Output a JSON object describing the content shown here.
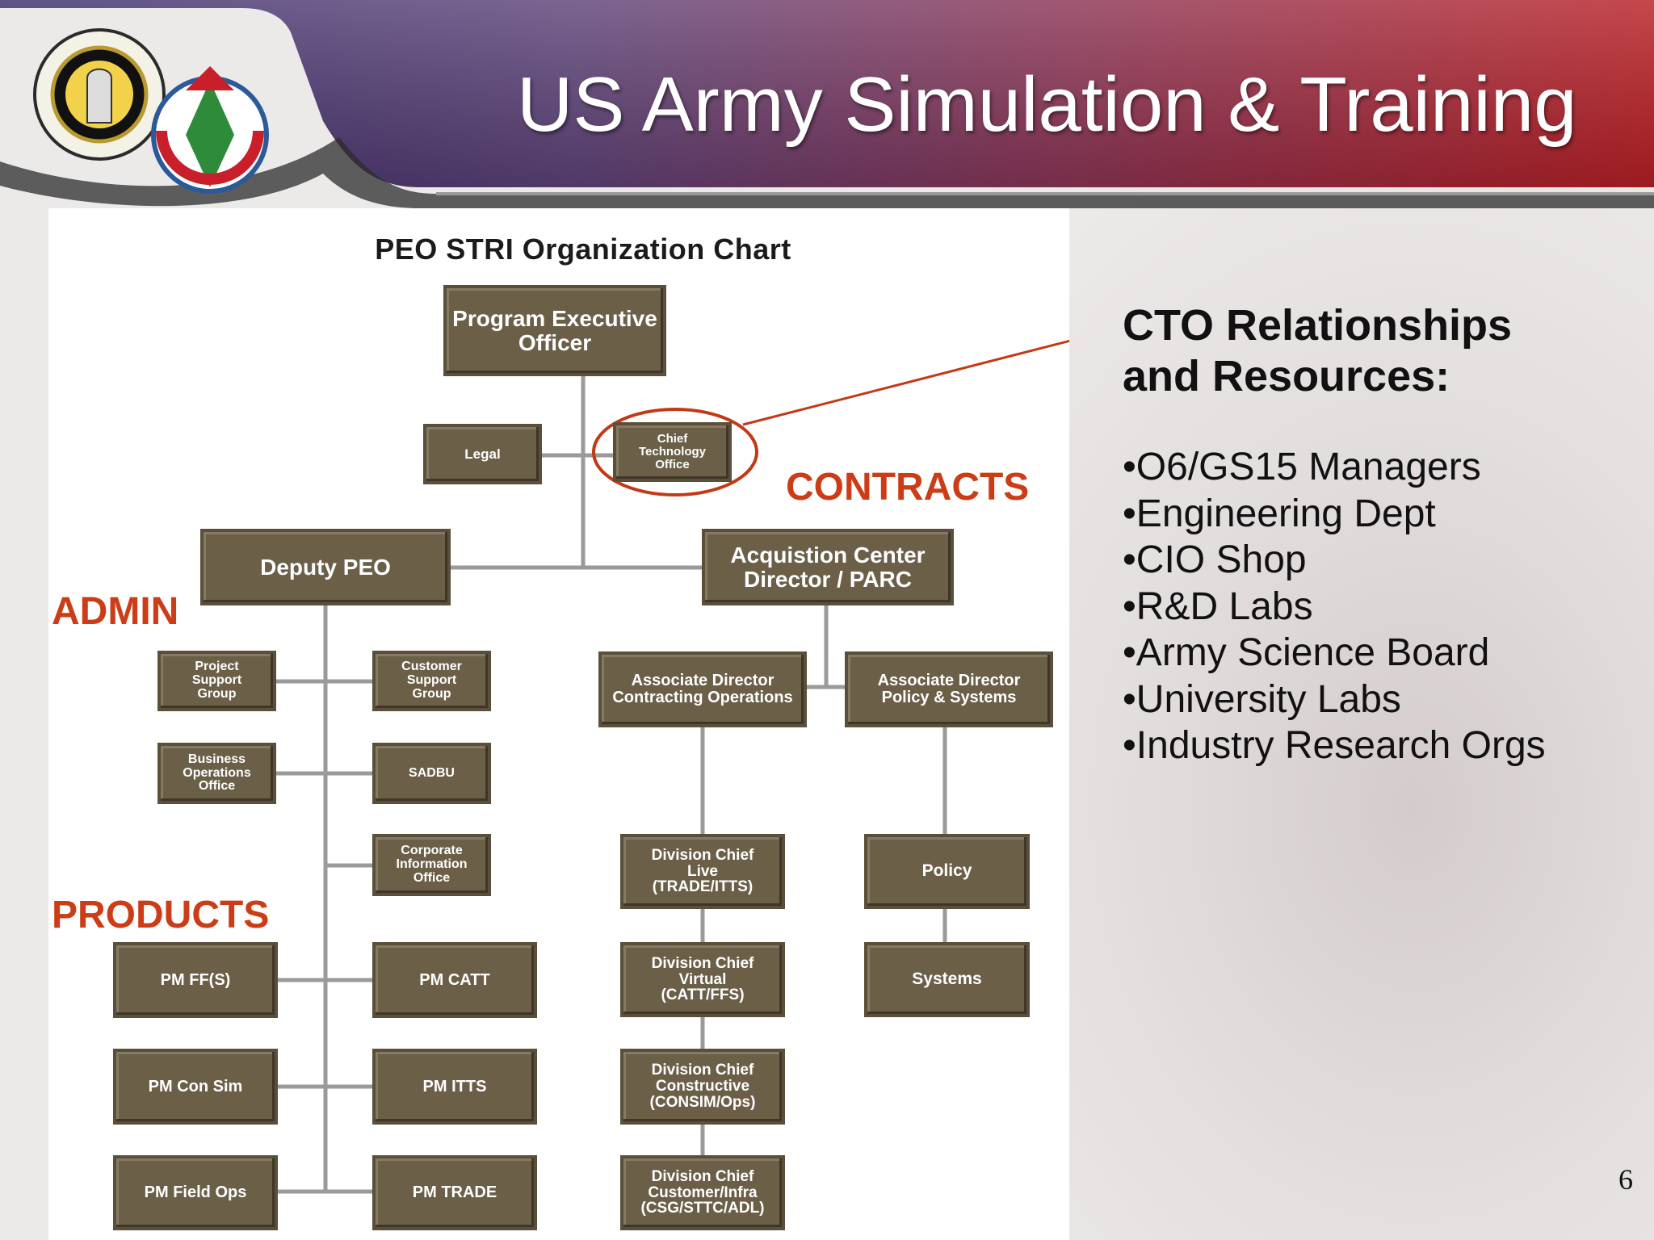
{
  "slide": {
    "title": "US Army Simulation & Training",
    "page_number": "6"
  },
  "org_chart": {
    "title": "PEO STRI Organization Chart",
    "nodes": {
      "peo": "Program Executive\nOfficer",
      "legal": "Legal",
      "cto": "Chief\nTechnology\nOffice",
      "deputy": "Deputy PEO",
      "acq": "Acquistion Center\nDirector / PARC",
      "psg": "Project\nSupport\nGroup",
      "csg": "Customer\nSupport\nGroup",
      "boo": "Business\nOperations\nOffice",
      "sadbu": "SADBU",
      "cio": "Corporate\nInformation\nOffice",
      "adco": "Associate Director\nContracting Operations",
      "adps": "Associate Director\nPolicy & Systems",
      "dclive": "Division Chief\nLive\n(TRADE/ITTS)",
      "dcvirt": "Division Chief\nVirtual\n(CATT/FFS)",
      "dccons": "Division Chief\nConstructive\n(CONSIM/Ops)",
      "dccust": "Division Chief\nCustomer/Infra\n(CSG/STTC/ADL)",
      "policy": "Policy",
      "systems": "Systems",
      "pmffs": "PM FF(S)",
      "pmcatt": "PM CATT",
      "pmconsim": "PM Con Sim",
      "pmitts": "PM ITTS",
      "pmfield": "PM Field Ops",
      "pmtrade": "PM TRADE"
    },
    "section_labels": {
      "contracts": "CONTRACTS",
      "admin": "ADMIN",
      "products": "PRODUCTS"
    }
  },
  "cto_panel": {
    "heading_line1": "CTO Relationships",
    "heading_line2": "and Resources:",
    "items": [
      "•O6/GS15 Managers",
      "•Engineering Dept",
      "•CIO Shop",
      "•R&D Labs",
      "•Army Science Board",
      "•University Labs",
      "•Industry Research Orgs"
    ]
  },
  "colors": {
    "box_fill": "#6b5f48",
    "accent_red": "#cc3d17",
    "connector": "#9a9a9a"
  }
}
